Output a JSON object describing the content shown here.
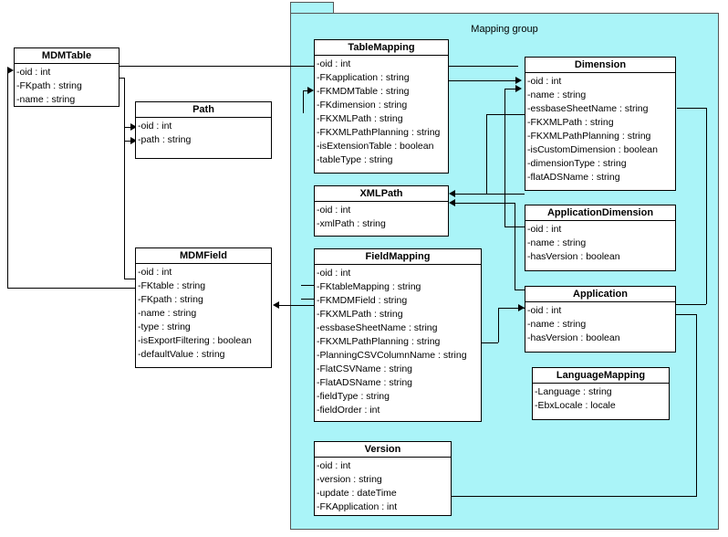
{
  "diagram": {
    "title": "Mapping group",
    "package_label": "Mapping group",
    "colors": {
      "package_fill": "#aaf4f8",
      "class_fill": "#ffffff",
      "line": "#000000",
      "border": "#555555"
    }
  },
  "classes": [
    {
      "id": "mdmtable",
      "name": "MDMTable",
      "attributes": [
        "-oid : int",
        "-FKpath : string",
        "-name : string"
      ]
    },
    {
      "id": "path",
      "name": "Path",
      "attributes": [
        "-oid : int",
        "-path : string"
      ]
    },
    {
      "id": "mdmfield",
      "name": "MDMField",
      "attributes": [
        "-oid : int",
        "-FKtable : string",
        "-FKpath : string",
        "-name : string",
        "-type : string",
        "-isExportFiltering : boolean",
        "-defaultValue : string"
      ]
    },
    {
      "id": "tablemapping",
      "name": "TableMapping",
      "attributes": [
        "-oid : int",
        "-FKapplication : string",
        "-FKMDMTable : string",
        "-FKdimension : string",
        "-FKXMLPath : string",
        "-FKXMLPathPlanning : string",
        "-isExtensionTable : boolean",
        "-tableType : string"
      ]
    },
    {
      "id": "xmlpath",
      "name": "XMLPath",
      "attributes": [
        "-oid : int",
        "-xmlPath : string"
      ]
    },
    {
      "id": "fieldmapping",
      "name": "FieldMapping",
      "attributes": [
        "-oid : int",
        "-FKtableMapping : string",
        "-FKMDMField : string",
        "-FKXMLPath : string",
        "-essbaseSheetName : string",
        "-FKXMLPathPlanning : string",
        "-PlanningCSVColumnName : string",
        "-FlatCSVName : string",
        "-FlatADSName : string",
        "-fieldType : string",
        "-fieldOrder : int"
      ]
    },
    {
      "id": "version",
      "name": "Version",
      "attributes": [
        "-oid : int",
        "-version : string",
        "-update : dateTime",
        "-FKApplication : int"
      ]
    },
    {
      "id": "dimension",
      "name": "Dimension",
      "attributes": [
        "-oid : int",
        "-name : string",
        "-essbaseSheetName : string",
        "-FKXMLPath : string",
        "-FKXMLPathPlanning : string",
        "-isCustomDimension : boolean",
        "-dimensionType : string",
        "-flatADSName : string"
      ]
    },
    {
      "id": "applicationdimension",
      "name": "ApplicationDimension",
      "attributes": [
        "-oid : int",
        "-name : string",
        "-hasVersion : boolean"
      ]
    },
    {
      "id": "application",
      "name": "Application",
      "attributes": [
        "-oid : int",
        "-name : string",
        "-hasVersion : boolean"
      ]
    },
    {
      "id": "languagemapping",
      "name": "LanguageMapping",
      "attributes": [
        "-Language : string",
        "-EbxLocale : locale"
      ]
    }
  ]
}
